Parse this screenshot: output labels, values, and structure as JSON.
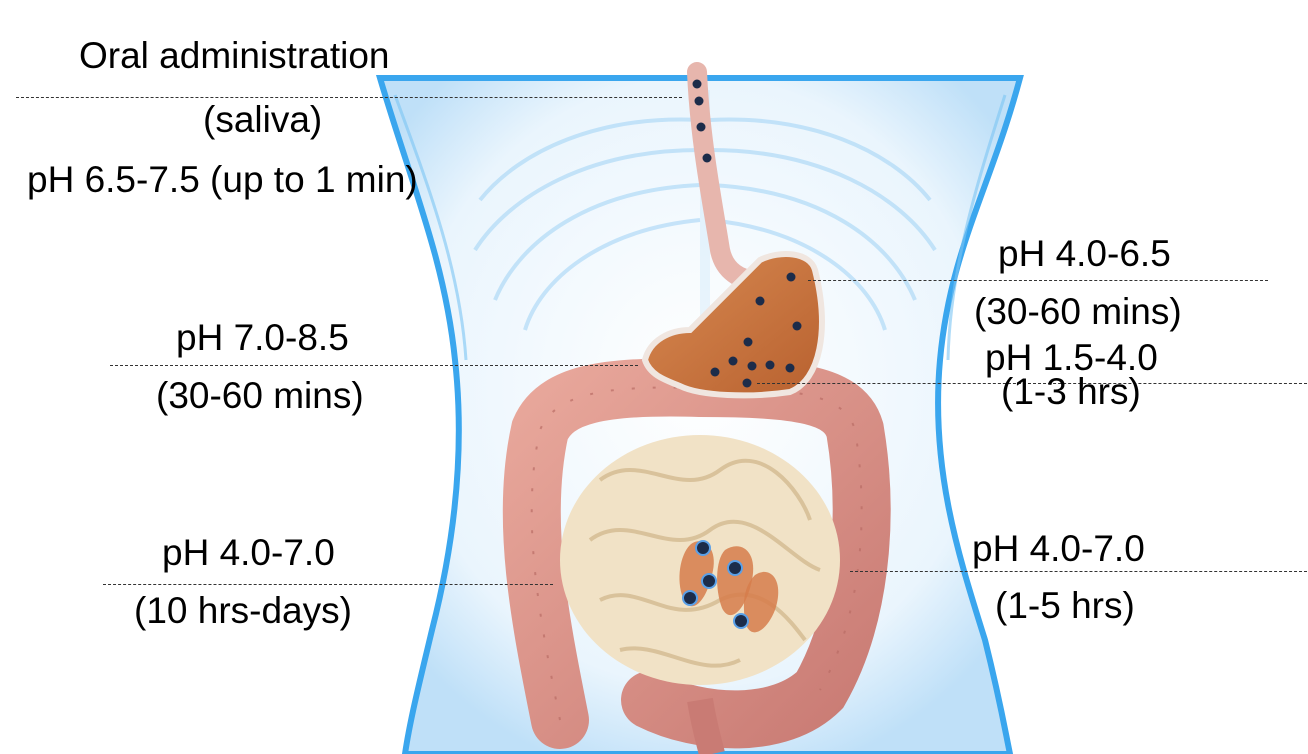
{
  "colors": {
    "body_outline": "#3aa6ee",
    "body_fill": "#e6f3fc",
    "stomach": "#c9743f",
    "colon": "#d88f86",
    "small_intestine": "#f1e2c6",
    "particle": "#1c2c4a",
    "leader_line": "#333333"
  },
  "labels": {
    "oral_title": "Oral administration",
    "oral_saliva": "(saliva)",
    "oral_ph": "pH 6.5-7.5 (up to 1 min)",
    "stomach_upper_ph": "pH 4.0-6.5",
    "stomach_upper_time": "(30-60 mins)",
    "duodenum_ph": "pH 7.0-8.5",
    "duodenum_time": "(30-60 mins)",
    "stomach_lower_ph": "pH 1.5-4.0",
    "stomach_lower_time": "(1-3 hrs)",
    "colon_left_ph": "pH 4.0-7.0",
    "colon_left_time": "(10 hrs-days)",
    "colon_right_ph": "pH 4.0-7.0",
    "colon_right_time": "(1-5 hrs)"
  }
}
